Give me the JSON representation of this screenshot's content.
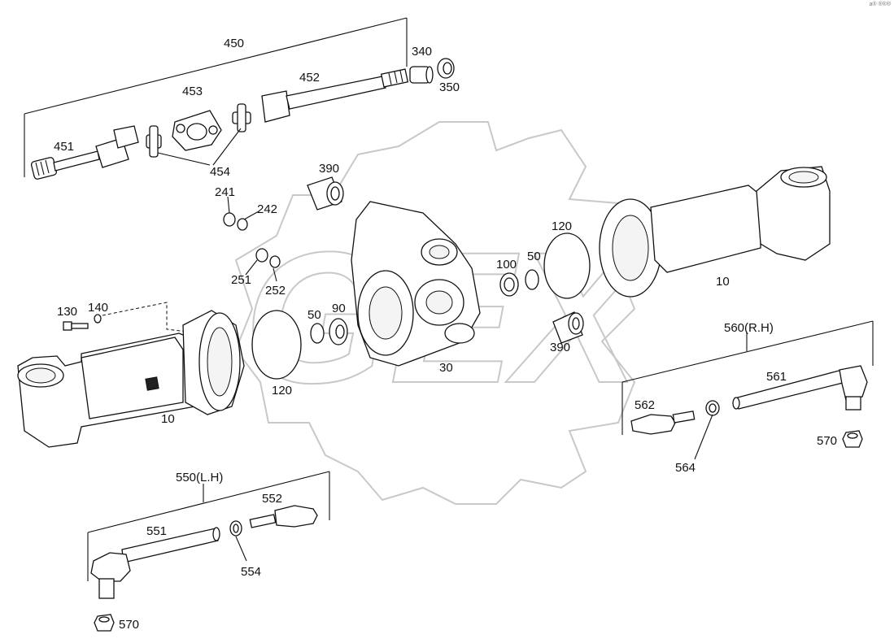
{
  "corner_mark": "a® ®®®",
  "watermark": {
    "text": "GEX",
    "color": "#c8c8c8"
  },
  "callouts": [
    {
      "id": "c450",
      "text": "450"
    },
    {
      "id": "c452",
      "text": "452"
    },
    {
      "id": "c340",
      "text": "340"
    },
    {
      "id": "c350",
      "text": "350"
    },
    {
      "id": "c453",
      "text": "453"
    },
    {
      "id": "c451",
      "text": "451"
    },
    {
      "id": "c454",
      "text": "454"
    },
    {
      "id": "c390a",
      "text": "390"
    },
    {
      "id": "c241",
      "text": "241"
    },
    {
      "id": "c242",
      "text": "242"
    },
    {
      "id": "c251",
      "text": "251"
    },
    {
      "id": "c252",
      "text": "252"
    },
    {
      "id": "c130",
      "text": "130"
    },
    {
      "id": "c140",
      "text": "140"
    },
    {
      "id": "c10a",
      "text": "10"
    },
    {
      "id": "c120a",
      "text": "120"
    },
    {
      "id": "c50a",
      "text": "50"
    },
    {
      "id": "c90",
      "text": "90"
    },
    {
      "id": "c30",
      "text": "30"
    },
    {
      "id": "c100",
      "text": "100"
    },
    {
      "id": "c50b",
      "text": "50"
    },
    {
      "id": "c120b",
      "text": "120"
    },
    {
      "id": "c390b",
      "text": "390"
    },
    {
      "id": "c10b",
      "text": "10"
    },
    {
      "id": "c560",
      "text": "560(R.H)"
    },
    {
      "id": "c561",
      "text": "561"
    },
    {
      "id": "c562",
      "text": "562"
    },
    {
      "id": "c564",
      "text": "564"
    },
    {
      "id": "c570a",
      "text": "570"
    },
    {
      "id": "c550",
      "text": "550(L.H)"
    },
    {
      "id": "c551",
      "text": "551"
    },
    {
      "id": "c552",
      "text": "552"
    },
    {
      "id": "c554",
      "text": "554"
    },
    {
      "id": "c570b",
      "text": "570"
    }
  ]
}
